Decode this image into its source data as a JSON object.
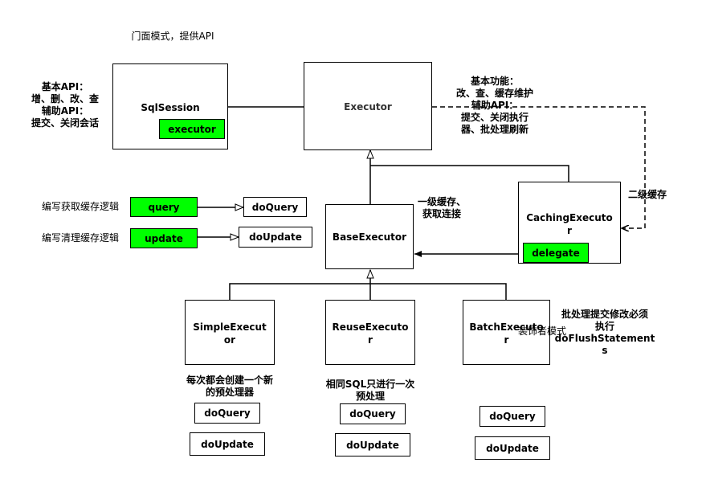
{
  "notes": {
    "facade": "门面模式，提供API",
    "basic_api": "基本API：\n增、删、改、查\n辅助API：\n提交、关闭会话",
    "executor_func": "基本功能：\n改、查、缓存维护\n辅助API：\n提交、关闭执行\n器、批处理刷新",
    "second_cache": "二级缓存",
    "first_cache": "一级缓存、\n获取连接",
    "query_logic": "编写获取缓存逻辑",
    "update_logic": "编写清理缓存逻辑",
    "simple_desc": "每次都会创建一个新\n的预处理器",
    "reuse_desc": "相同SQL只进行一次\n预处理",
    "batch_desc": "批处理提交修改必须\n执行\ndoFlushStatement\ns",
    "decorator": "装饰者模式"
  },
  "classes": {
    "sqlsession": "SqlSession",
    "executor": "Executor",
    "caching": "CachingExecuto\nr",
    "base": "BaseExecutor",
    "simple": "SimpleExecut\nor",
    "reuse": "ReuseExecuto\nr",
    "batch": "BatchExecuto\nr"
  },
  "fields": {
    "executor": "executor",
    "delegate": "delegate",
    "query": "query",
    "update": "update"
  },
  "methods": {
    "base_doquery": "doQuery",
    "base_doupdate": "doUpdate",
    "simple_doquery": "doQuery",
    "simple_doupdate": "doUpdate",
    "reuse_doquery": "doQuery",
    "reuse_doupdate": "doUpdate",
    "batch_doquery": "doQuery",
    "batch_doupdate": "doUpdate"
  },
  "colors": {
    "field_fill": "#00ff00",
    "stroke": "#000000"
  }
}
